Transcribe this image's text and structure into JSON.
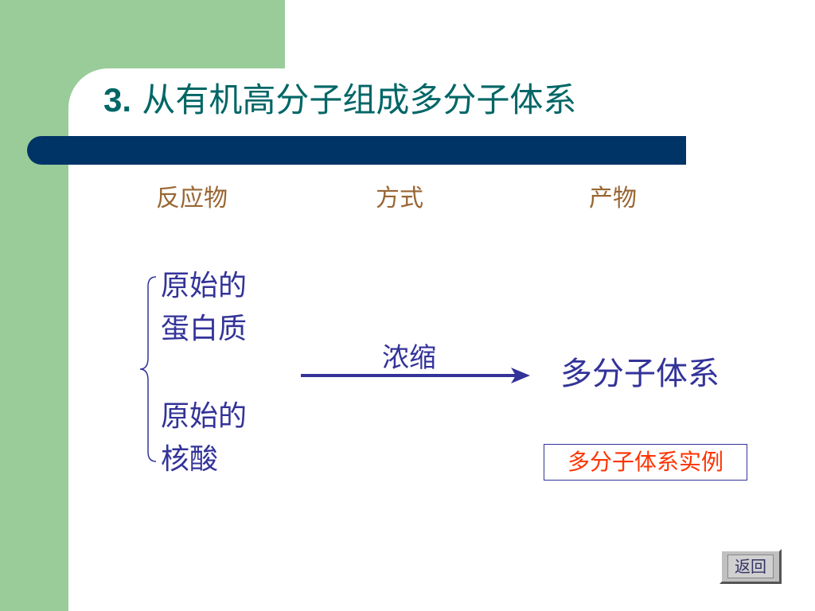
{
  "title": {
    "number": "3.",
    "text": "从有机高分子组成多分子体系"
  },
  "columns": {
    "reactant": "反应物",
    "method": "方式",
    "product": "产物"
  },
  "reactants": [
    {
      "line1": "原始的",
      "line2": "蛋白质"
    },
    {
      "line1": "原始的",
      "line2": "核酸"
    }
  ],
  "method_label": "浓缩",
  "product_text": "多分子体系",
  "example_link": "多分子体系实例",
  "back_button": "返回",
  "colors": {
    "green_band": "#99cc99",
    "title_bar": "#003366",
    "title_text": "#006666",
    "column_text": "#996633",
    "body_text": "#333399",
    "link_text": "#ff3300"
  }
}
